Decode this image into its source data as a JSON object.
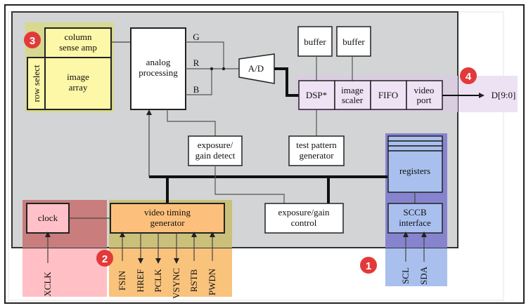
{
  "title": "Camera sensor block diagram",
  "colors": {
    "chip_bg": "#cfd0d1",
    "region_yellow": "#d6d98f",
    "block_yellow": "#fdf7a8",
    "region_pink": "#c98080",
    "region_pink_light": "#ffbfc4",
    "block_pink": "#ffc0c8",
    "region_orange": "#f6c27a",
    "block_orange": "#fcc07c",
    "region_orange_overlap": "#c9c07c",
    "region_blue": "#8a87d0",
    "region_blue_light": "#a9c0ee",
    "block_blue": "#a9c0ee",
    "region_purple": "#e9def0",
    "block_purple": "#efe2f5",
    "badge": "#e23a3a"
  },
  "blocks": {
    "column_sense_amp": [
      "column",
      "sense amp"
    ],
    "row_select": "row select",
    "image_array": [
      "image",
      "array"
    ],
    "analog_processing": [
      "analog",
      "processing"
    ],
    "ad": "A/D",
    "buffer1": "buffer",
    "buffer2": "buffer",
    "dsp": "DSP*",
    "image_scaler": [
      "image",
      "scaler"
    ],
    "fifo": "FIFO",
    "video_port": [
      "video",
      "port"
    ],
    "output": "D[9:0]",
    "exposure_gain_detect": [
      "exposure/",
      "gain detect"
    ],
    "test_pattern_generator": [
      "test pattern",
      "generator"
    ],
    "registers": "registers",
    "sccb_interface": [
      "SCCB",
      "interface"
    ],
    "clock": "clock",
    "video_timing_generator": [
      "video timing",
      "generator"
    ],
    "exposure_gain_control": [
      "exposure/gain",
      "control"
    ]
  },
  "channels": {
    "g": "G",
    "r": "R",
    "b": "B"
  },
  "pins": {
    "clock": [
      "XCLK"
    ],
    "timing": [
      "FSIN",
      "HREF",
      "PCLK",
      "VSYNC",
      "RSTB",
      "PWDN"
    ],
    "sccb": [
      "SCL",
      "SDA"
    ]
  },
  "badges": [
    "1",
    "2",
    "3",
    "4"
  ]
}
